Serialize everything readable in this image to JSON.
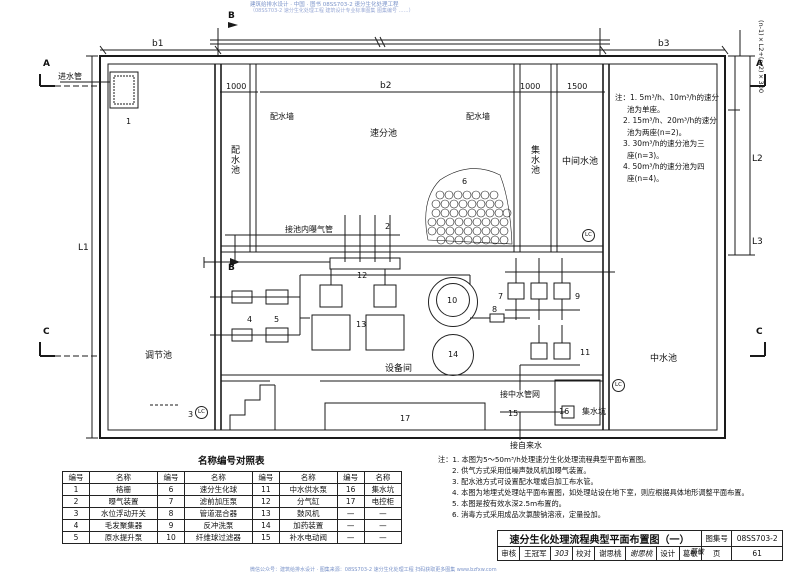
{
  "header": {
    "text": "建筑给排水设计 · 中国 · 图书  08SS703-2  速分生化处理工程",
    "sub": "（08SS703-2 速分生化处理工程  建筑设计专业标准图集  图集编号 ……）"
  },
  "dims": {
    "b1": "b1",
    "b2": "b2",
    "b3": "b3",
    "w1000a": "1000",
    "w1000b": "1000",
    "w1500": "1500",
    "L1": "L1",
    "L2": "L2",
    "L3": "L3",
    "formula": "(n-1)×L2+(n-2)×300",
    "section_b": "B",
    "section_c": "C",
    "section_a": "A"
  },
  "labels": {
    "inlet": "进水管",
    "separation_tank": "速分池",
    "distribution_tank": "配水池",
    "distribution_wall_left": "配水墙",
    "distribution_wall_right": "配水墙",
    "collection_tank": "集水池",
    "middle_tank": "中间水池",
    "aeration_pipe": "接池内曝气管",
    "equalization_tank": "调节池",
    "equipment_room": "设备间",
    "reclaimed_tank": "中水池",
    "reclaimed_pipe_network": "接中水管网",
    "sump": "集水坑",
    "tap_water": "接自来水"
  },
  "numbers": [
    "1",
    "2",
    "3",
    "4",
    "5",
    "6",
    "7",
    "8",
    "9",
    "10",
    "11",
    "12",
    "13",
    "14",
    "15",
    "16",
    "17"
  ],
  "lc": "LC",
  "side_notes": [
    "注：1. 5m³/h、10m³/h的速分",
    "池为单座。",
    "2. 15m³/h、20m³/h的速分",
    "池为两座(n=2)。",
    "3. 30m³/h的速分池为三",
    "座(n=3)。",
    "4. 50m³/h的速分池为四",
    "座(n=4)。"
  ],
  "table": {
    "title": "名称编号对照表",
    "headers": [
      "编号",
      "名称",
      "编号",
      "名称",
      "编号",
      "名称",
      "编号",
      "名称"
    ],
    "rows": [
      [
        "1",
        "格栅",
        "6",
        "速分生化球",
        "11",
        "中水供水泵",
        "16",
        "集水坑"
      ],
      [
        "2",
        "曝气装置",
        "7",
        "滤前加压泵",
        "12",
        "分气缸",
        "17",
        "电控柜"
      ],
      [
        "3",
        "水位浮动开关",
        "8",
        "管道混合器",
        "13",
        "鼓风机",
        "—",
        "—"
      ],
      [
        "4",
        "毛发聚集器",
        "9",
        "反冲洗泵",
        "14",
        "加药装置",
        "—",
        "—"
      ],
      [
        "5",
        "原水提升泵",
        "10",
        "纤维球过滤器",
        "15",
        "补水电动阀",
        "—",
        "—"
      ]
    ]
  },
  "notes": [
    "注：1. 本图为5～50m³/h处理速分生化处理流程典型平面布置图。",
    "2. 供气方式采用低噪声鼓风机加曝气装置。",
    "3. 配水池方式可设置配水堰或自加工布水管。",
    "4. 本图为地埋式处理站平面布置图，如处理站设在地下室，则应根据具体地形调整平面布置。",
    "5. 本图是按有效水深2.5m布置的。",
    "6. 消毒方式采用成品次氯酸钠溶液，定量投加。"
  ],
  "title_block": {
    "title": "速分生化处理流程典型平面布置图（一）",
    "atlas_label": "图集号",
    "atlas_no": "08SS703-2",
    "review": "审核",
    "reviewer": "王冠军",
    "reviewer_sig": "303",
    "check": "校对",
    "checker": "谢思桃",
    "checker_sig": "谢思桃",
    "design": "设计",
    "designer": "葛敏",
    "designer_sig": "葛敏",
    "page_label": "页",
    "page_no": "61"
  },
  "footer": "微信公众号：建筑给排水设计 · 图集来源：08SS703-2 速分生化处理工程  扫码获取更多图集 www.bzfxw.com"
}
